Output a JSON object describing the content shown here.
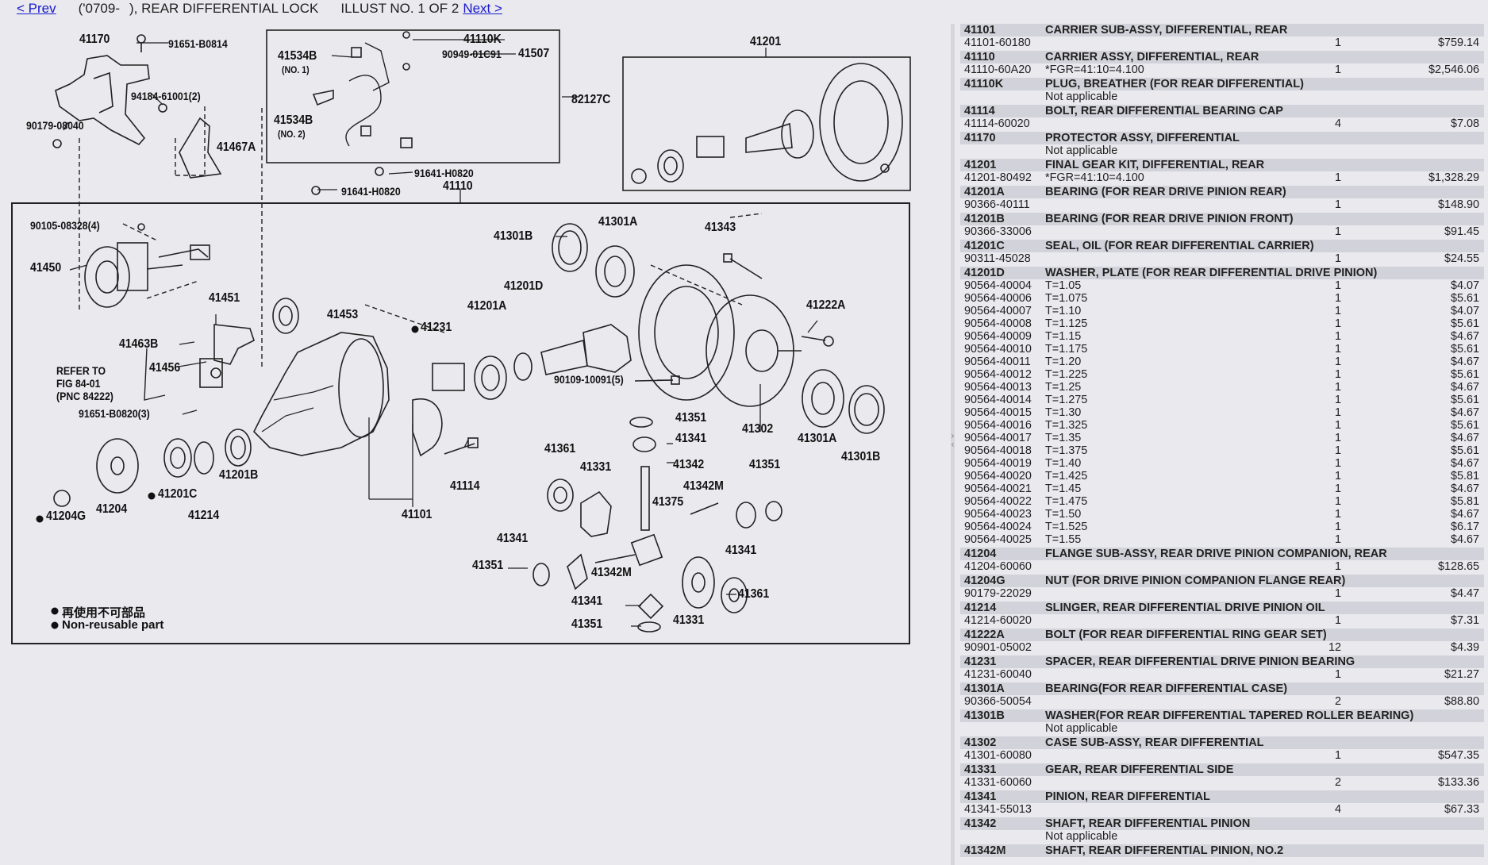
{
  "nav": {
    "prev_label": "< Prev",
    "code": "('0709-",
    "title": "), REAR DIFFERENTIAL LOCK",
    "illust": "ILLUST NO. 1 OF 2",
    "next_label": "Next >"
  },
  "diagram": {
    "labels": {
      "l41170": "41170",
      "l91651b0814": "91651-B0814",
      "l94184": "94184-61001(2)",
      "l90179": "90179-08040",
      "l41467a": "41467A",
      "l41534b1": "41534B",
      "no1": "(NO. 1)",
      "l41534b2": "41534B",
      "no2": "(NO. 2)",
      "l41110k": "41110K",
      "l90949": "90949-01C91",
      "l41507": "41507",
      "l82127c": "82127C",
      "l91641a": "91641-H0820",
      "l91641b": "91641-H0820",
      "l41110": "41110",
      "l41201": "41201",
      "l90105": "90105-08328(4)",
      "l41450": "41450",
      "l41451": "41451",
      "l41453": "41453",
      "l41463b": "41463B",
      "l41456": "41456",
      "refer1": "REFER TO",
      "refer2": "FIG 84-01",
      "refer3": "(PNC 84222)",
      "l91651b0820": "91651-B0820(3)",
      "l41204g": "41204G",
      "l41204": "41204",
      "l41201c": "41201C",
      "l41214": "41214",
      "l41201b_left": "41201B",
      "l41231": "41231",
      "l41201a_left": "41201A",
      "l41201d": "41201D",
      "l41301b_top": "41301B",
      "l41301a_top": "41301A",
      "l41343": "41343",
      "l41222a": "41222A",
      "l90109": "90109-10091(5)",
      "l41302": "41302",
      "l41301a_right": "41301A",
      "l41301b_right": "41301B",
      "l41101": "41101",
      "l41114": "41114",
      "l41351_a": "41351",
      "l41341_a": "41341",
      "l41342": "41342",
      "l41351_b": "41351",
      "l41361_a": "41361",
      "l41331_a": "41331",
      "l41342m": "41342M",
      "l41375": "41375",
      "l41341_b": "41341",
      "l41351_c": "41351",
      "l41342m_b": "41342M",
      "l41341_c": "41341",
      "l41341_d": "41341",
      "l41351_d": "41351",
      "l41331_b": "41331",
      "l41361_b": "41361",
      "legend_jp": "再使用不可部品",
      "legend_en": "Non-reusable part"
    }
  },
  "parts": [
    {
      "pnc": "41101",
      "desc": "CARRIER SUB-ASSY, DIFFERENTIAL, REAR",
      "rows": [
        {
          "pn": "41101-60180",
          "note": "",
          "qty": "1",
          "price": "$759.14"
        }
      ]
    },
    {
      "pnc": "41110",
      "desc": "CARRIER ASSY, DIFFERENTIAL, REAR",
      "rows": [
        {
          "pn": "41110-60A20",
          "note": "*FGR=41:10=4.100",
          "qty": "1",
          "price": "$2,546.06"
        }
      ]
    },
    {
      "pnc": "41110K",
      "desc": "PLUG, BREATHER (FOR REAR DIFFERENTIAL)",
      "rows": [
        {
          "pn": "",
          "note": "Not applicable",
          "qty": "",
          "price": ""
        }
      ]
    },
    {
      "pnc": "41114",
      "desc": "BOLT, REAR DIFFERENTIAL BEARING CAP",
      "rows": [
        {
          "pn": "41114-60020",
          "note": "",
          "qty": "4",
          "price": "$7.08"
        }
      ]
    },
    {
      "pnc": "41170",
      "desc": "PROTECTOR ASSY, DIFFERENTIAL",
      "rows": [
        {
          "pn": "",
          "note": "Not applicable",
          "qty": "",
          "price": ""
        }
      ]
    },
    {
      "pnc": "41201",
      "desc": "FINAL GEAR KIT, DIFFERENTIAL, REAR",
      "rows": [
        {
          "pn": "41201-80492",
          "note": "*FGR=41:10=4.100",
          "qty": "1",
          "price": "$1,328.29"
        }
      ]
    },
    {
      "pnc": "41201A",
      "desc": "BEARING (FOR REAR DRIVE PINION REAR)",
      "rows": [
        {
          "pn": "90366-40111",
          "note": "",
          "qty": "1",
          "price": "$148.90"
        }
      ]
    },
    {
      "pnc": "41201B",
      "desc": "BEARING (FOR REAR DRIVE PINION FRONT)",
      "rows": [
        {
          "pn": "90366-33006",
          "note": "",
          "qty": "1",
          "price": "$91.45"
        }
      ]
    },
    {
      "pnc": "41201C",
      "desc": "SEAL, OIL (FOR REAR DIFFERENTIAL CARRIER)",
      "rows": [
        {
          "pn": "90311-45028",
          "note": "",
          "qty": "1",
          "price": "$24.55"
        }
      ]
    },
    {
      "pnc": "41201D",
      "desc": "WASHER, PLATE (FOR REAR DIFFERENTIAL DRIVE PINION)",
      "rows": [
        {
          "pn": "90564-40004",
          "note": "T=1.05",
          "qty": "1",
          "price": "$4.07"
        },
        {
          "pn": "90564-40006",
          "note": "T=1.075",
          "qty": "1",
          "price": "$5.61"
        },
        {
          "pn": "90564-40007",
          "note": "T=1.10",
          "qty": "1",
          "price": "$4.07"
        },
        {
          "pn": "90564-40008",
          "note": "T=1.125",
          "qty": "1",
          "price": "$5.61"
        },
        {
          "pn": "90564-40009",
          "note": "T=1.15",
          "qty": "1",
          "price": "$4.67"
        },
        {
          "pn": "90564-40010",
          "note": "T=1.175",
          "qty": "1",
          "price": "$5.61"
        },
        {
          "pn": "90564-40011",
          "note": "T=1.20",
          "qty": "1",
          "price": "$4.67"
        },
        {
          "pn": "90564-40012",
          "note": "T=1.225",
          "qty": "1",
          "price": "$5.61"
        },
        {
          "pn": "90564-40013",
          "note": "T=1.25",
          "qty": "1",
          "price": "$4.67"
        },
        {
          "pn": "90564-40014",
          "note": "T=1.275",
          "qty": "1",
          "price": "$5.61"
        },
        {
          "pn": "90564-40015",
          "note": "T=1.30",
          "qty": "1",
          "price": "$4.67"
        },
        {
          "pn": "90564-40016",
          "note": "T=1.325",
          "qty": "1",
          "price": "$5.61"
        },
        {
          "pn": "90564-40017",
          "note": "T=1.35",
          "qty": "1",
          "price": "$4.67"
        },
        {
          "pn": "90564-40018",
          "note": "T=1.375",
          "qty": "1",
          "price": "$5.61"
        },
        {
          "pn": "90564-40019",
          "note": "T=1.40",
          "qty": "1",
          "price": "$4.67"
        },
        {
          "pn": "90564-40020",
          "note": "T=1.425",
          "qty": "1",
          "price": "$5.81"
        },
        {
          "pn": "90564-40021",
          "note": "T=1.45",
          "qty": "1",
          "price": "$4.67"
        },
        {
          "pn": "90564-40022",
          "note": "T=1.475",
          "qty": "1",
          "price": "$5.81"
        },
        {
          "pn": "90564-40023",
          "note": "T=1.50",
          "qty": "1",
          "price": "$4.67"
        },
        {
          "pn": "90564-40024",
          "note": "T=1.525",
          "qty": "1",
          "price": "$6.17"
        },
        {
          "pn": "90564-40025",
          "note": "T=1.55",
          "qty": "1",
          "price": "$4.67"
        }
      ]
    },
    {
      "pnc": "41204",
      "desc": "FLANGE SUB-ASSY, REAR DRIVE PINION COMPANION, REAR",
      "rows": [
        {
          "pn": "41204-60060",
          "note": "",
          "qty": "1",
          "price": "$128.65"
        }
      ]
    },
    {
      "pnc": "41204G",
      "desc": "NUT (FOR DRIVE PINION COMPANION FLANGE REAR)",
      "rows": [
        {
          "pn": "90179-22029",
          "note": "",
          "qty": "1",
          "price": "$4.47"
        }
      ]
    },
    {
      "pnc": "41214",
      "desc": "SLINGER, REAR DIFFERENTIAL DRIVE PINION OIL",
      "rows": [
        {
          "pn": "41214-60020",
          "note": "",
          "qty": "1",
          "price": "$7.31"
        }
      ]
    },
    {
      "pnc": "41222A",
      "desc": "BOLT (FOR REAR DIFFERENTIAL RING GEAR SET)",
      "rows": [
        {
          "pn": "90901-05002",
          "note": "",
          "qty": "12",
          "price": "$4.39"
        }
      ]
    },
    {
      "pnc": "41231",
      "desc": "SPACER, REAR DIFFERENTIAL DRIVE PINION BEARING",
      "rows": [
        {
          "pn": "41231-60040",
          "note": "",
          "qty": "1",
          "price": "$21.27"
        }
      ]
    },
    {
      "pnc": "41301A",
      "desc": "BEARING(FOR REAR DIFFERENTIAL CASE)",
      "rows": [
        {
          "pn": "90366-50054",
          "note": "",
          "qty": "2",
          "price": "$88.80"
        }
      ]
    },
    {
      "pnc": "41301B",
      "desc": "WASHER(FOR REAR DIFFERENTIAL TAPERED ROLLER BEARING)",
      "rows": [
        {
          "pn": "",
          "note": "Not applicable",
          "qty": "",
          "price": ""
        }
      ]
    },
    {
      "pnc": "41302",
      "desc": "CASE SUB-ASSY, REAR DIFFERENTIAL",
      "rows": [
        {
          "pn": "41301-60080",
          "note": "",
          "qty": "1",
          "price": "$547.35"
        }
      ]
    },
    {
      "pnc": "41331",
      "desc": "GEAR, REAR DIFFERENTIAL SIDE",
      "rows": [
        {
          "pn": "41331-60060",
          "note": "",
          "qty": "2",
          "price": "$133.36"
        }
      ]
    },
    {
      "pnc": "41341",
      "desc": "PINION, REAR DIFFERENTIAL",
      "rows": [
        {
          "pn": "41341-55013",
          "note": "",
          "qty": "4",
          "price": "$67.33"
        }
      ]
    },
    {
      "pnc": "41342",
      "desc": "SHAFT, REAR DIFFERENTIAL PINION",
      "rows": [
        {
          "pn": "",
          "note": "Not applicable",
          "qty": "",
          "price": ""
        }
      ]
    },
    {
      "pnc": "41342M",
      "desc": "SHAFT, REAR DIFFERENTIAL PINION, NO.2",
      "rows": []
    }
  ]
}
